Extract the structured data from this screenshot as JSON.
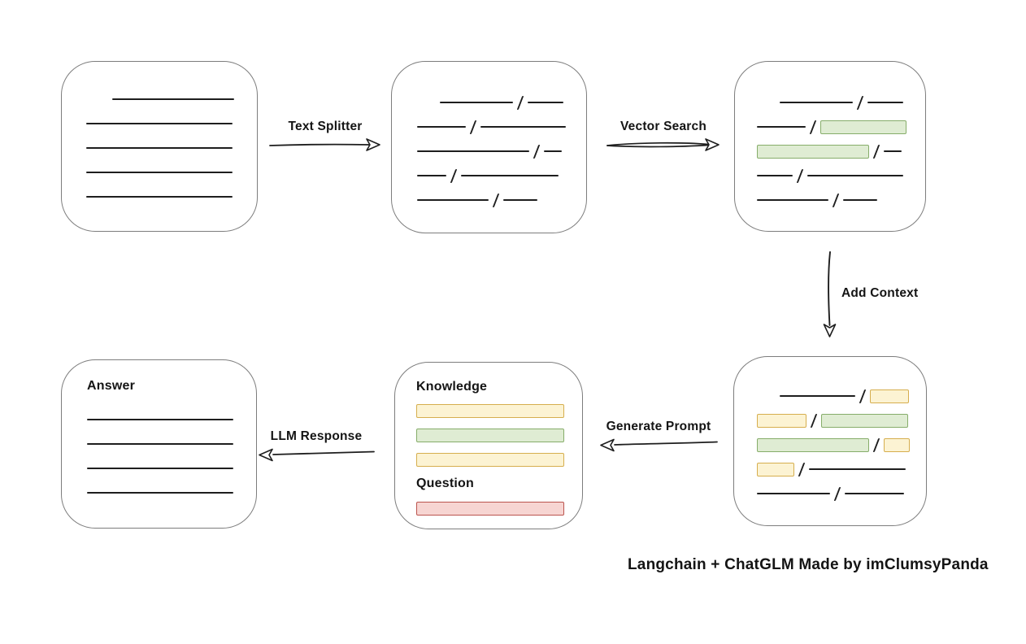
{
  "colors": {
    "background": "#ffffff",
    "box_border": "#7d7d7d",
    "line": "#1e1e1e",
    "green_fill": "#dfecd3",
    "green_border": "#86ad6a",
    "yellow_fill": "#fcf3d3",
    "yellow_border": "#d6ae4e",
    "red_fill": "#f7d5d2",
    "red_border": "#bb544e"
  },
  "caption": "Langchain + ChatGLM Made by imClumsyPanda",
  "arrows": {
    "text_splitter": {
      "label": "Text Splitter"
    },
    "vector_search": {
      "label": "Vector Search"
    },
    "add_context": {
      "label": "Add Context"
    },
    "generate_prompt": {
      "label": "Generate Prompt"
    },
    "llm_response": {
      "label": "LLM Response"
    }
  },
  "nodes": {
    "source_document": {
      "rows": [
        [
          {
            "t": "gap",
            "w": 32
          },
          {
            "t": "line",
            "w": 150
          }
        ],
        [
          {
            "t": "line",
            "w": 180
          }
        ],
        [
          {
            "t": "line",
            "w": 180
          }
        ],
        [
          {
            "t": "line",
            "w": 180
          }
        ],
        [
          {
            "t": "line",
            "w": 180
          }
        ]
      ]
    },
    "split_chunks": {
      "rows": [
        [
          {
            "t": "gap",
            "w": 28
          },
          {
            "t": "line",
            "w": 90
          },
          {
            "t": "slash"
          },
          {
            "t": "line",
            "w": 44
          }
        ],
        [
          {
            "t": "line",
            "w": 60
          },
          {
            "t": "slash"
          },
          {
            "t": "line",
            "w": 105
          }
        ],
        [
          {
            "t": "line",
            "w": 138
          },
          {
            "t": "slash"
          },
          {
            "t": "line",
            "w": 22
          }
        ],
        [
          {
            "t": "line",
            "w": 36
          },
          {
            "t": "slash"
          },
          {
            "t": "line",
            "w": 120
          }
        ],
        [
          {
            "t": "line",
            "w": 88
          },
          {
            "t": "slash"
          },
          {
            "t": "line",
            "w": 42
          }
        ]
      ]
    },
    "matched_chunks": {
      "rows": [
        [
          {
            "t": "gap",
            "w": 28
          },
          {
            "t": "line",
            "w": 90
          },
          {
            "t": "slash"
          },
          {
            "t": "line",
            "w": 44
          }
        ],
        [
          {
            "t": "line",
            "w": 60
          },
          {
            "t": "slash"
          },
          {
            "t": "chip-green",
            "w": 106
          }
        ],
        [
          {
            "t": "chip-green",
            "w": 138
          },
          {
            "t": "slash"
          },
          {
            "t": "line",
            "w": 22
          }
        ],
        [
          {
            "t": "line",
            "w": 44
          },
          {
            "t": "slash"
          },
          {
            "t": "line",
            "w": 118
          }
        ],
        [
          {
            "t": "line",
            "w": 88
          },
          {
            "t": "slash"
          },
          {
            "t": "line",
            "w": 42
          }
        ]
      ]
    },
    "context_chunks": {
      "rows": [
        [
          {
            "t": "gap",
            "w": 28
          },
          {
            "t": "line",
            "w": 93
          },
          {
            "t": "slash"
          },
          {
            "t": "chip-yellow",
            "w": 48
          }
        ],
        [
          {
            "t": "chip-yellow",
            "w": 61
          },
          {
            "t": "slash"
          },
          {
            "t": "chip-green",
            "w": 107
          }
        ],
        [
          {
            "t": "chip-green",
            "w": 138
          },
          {
            "t": "slash"
          },
          {
            "t": "chip-yellow",
            "w": 32
          }
        ],
        [
          {
            "t": "chip-yellow",
            "w": 46
          },
          {
            "t": "slash"
          },
          {
            "t": "line",
            "w": 119
          }
        ],
        [
          {
            "t": "line",
            "w": 90
          },
          {
            "t": "slash"
          },
          {
            "t": "line",
            "w": 73
          }
        ]
      ]
    },
    "prompt": {
      "knowledge_label": "Knowledge",
      "question_label": "Question",
      "knowledge_rows": [
        [
          {
            "t": "chip-yellow",
            "w": 182
          }
        ],
        [
          {
            "t": "chip-green",
            "w": 182
          }
        ],
        [
          {
            "t": "chip-yellow",
            "w": 182
          }
        ]
      ],
      "question_rows": [
        [
          {
            "t": "chip-red",
            "w": 182
          }
        ]
      ]
    },
    "answer": {
      "label": "Answer",
      "rows": [
        [
          {
            "t": "line",
            "w": 180
          }
        ],
        [
          {
            "t": "line",
            "w": 180
          }
        ],
        [
          {
            "t": "line",
            "w": 180
          }
        ],
        [
          {
            "t": "line",
            "w": 180
          }
        ]
      ]
    }
  }
}
